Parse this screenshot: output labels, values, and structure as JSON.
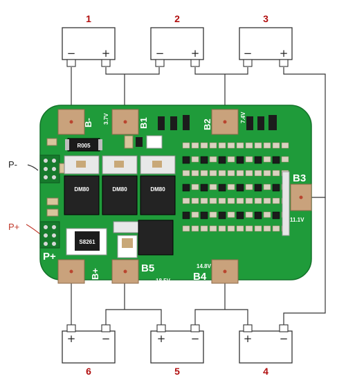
{
  "batteries_top": [
    {
      "number": "1",
      "minus": "−",
      "plus": "+"
    },
    {
      "number": "2",
      "minus": "−",
      "plus": "+"
    },
    {
      "number": "3",
      "minus": "−",
      "plus": "+"
    }
  ],
  "batteries_bottom": [
    {
      "number": "6",
      "minus": "−",
      "plus": "+"
    },
    {
      "number": "5",
      "minus": "−",
      "plus": "+"
    },
    {
      "number": "4",
      "minus": "−",
      "plus": "+"
    }
  ],
  "external_labels": {
    "p_minus": "P-",
    "p_plus": "P+"
  },
  "pcb_labels": {
    "b_minus": "B-",
    "b1": "B1",
    "b2": "B2",
    "b3": "B3",
    "b4": "B4",
    "b5": "B5",
    "b_plus": "B+",
    "p_plus": "P+",
    "v_7_4": "7.4V",
    "v_3_7": "3.7V",
    "v_11_1": "11.1V",
    "v_14_8": "14.8V",
    "v_18_5": "18.5V",
    "chip_r005": "R005",
    "chip_s8261": "S8261",
    "mosfet_label": "DM80"
  },
  "colors": {
    "pcb": "#1f9b3a",
    "pad": "#c9a27c",
    "wire": "#333333",
    "number": "#b10f0f",
    "p_minus": "#222222",
    "p_plus": "#c0392b"
  }
}
